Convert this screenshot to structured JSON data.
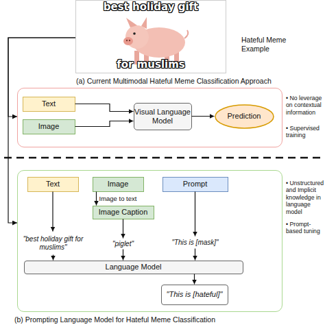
{
  "diagram": {
    "nodes": [
      {
        "text": [
          "best holiday gift",
          "for muslims"
        ]
      },
      {
        "text": [
          "(a) Current Multimodal Hateful Meme Classification Approach"
        ]
      },
      {
        "text": [
          "Text"
        ],
        "in": 1
      },
      {
        "text": [
          "Image"
        ],
        "in": 1
      },
      {
        "text": [
          "Visual Language Model"
        ],
        "in": 1
      },
      {
        "text": [
          "Prediction"
        ],
        "in": 1
      },
      {
        "text": [
          "(b) Prompting Language Model for Hateful Meme Classification"
        ]
      },
      {
        "text": [
          "Text"
        ],
        "in": 6
      },
      {
        "text": [
          "Image"
        ],
        "in": 6
      },
      {
        "text": [
          "Prompt"
        ],
        "in": 6
      },
      {
        "text": [
          "Image Caption"
        ],
        "in": 6
      },
      {
        "text": [
          "\"best holiday gift for muslims\""
        ],
        "in": 6
      },
      {
        "text": [
          "\"piglet\""
        ],
        "in": 6
      },
      {
        "text": [
          "\"This is [mask]\""
        ],
        "in": 6
      },
      {
        "text": [
          "Language Model"
        ],
        "in": 6
      },
      {
        "text": [
          "\"This is [hateful]\""
        ],
        "in": 6
      }
    ],
    "edges": [
      {
        "from": 0,
        "to": 1,
        "arrow": "to"
      },
      {
        "from": 0,
        "to": 6,
        "arrow": "to"
      },
      {
        "from": 2,
        "to": 4,
        "arrow": "to"
      },
      {
        "from": 3,
        "to": 4,
        "arrow": "to"
      },
      {
        "from": 4,
        "to": 5,
        "arrow": "to"
      },
      {
        "from": 7,
        "to": 11,
        "arrow": "to"
      },
      {
        "from": 8,
        "to": 10,
        "label": "Image to text",
        "arrow": "to"
      },
      {
        "from": 10,
        "to": 12,
        "arrow": "to"
      },
      {
        "from": 9,
        "to": 13,
        "arrow": "to"
      },
      {
        "from": 11,
        "to": 14,
        "arrow": "to"
      },
      {
        "from": 12,
        "to": 14,
        "arrow": "to"
      },
      {
        "from": 13,
        "to": 14,
        "arrow": "to"
      },
      {
        "from": 14,
        "to": 15,
        "arrow": "to"
      }
    ],
    "labels": [
      "Hateful Meme Example",
      "• No leverage on contextual information",
      "• Supervised training",
      "• Unstructured and Implicit knowledge in language model",
      "• Prompt-based tuning"
    ]
  }
}
